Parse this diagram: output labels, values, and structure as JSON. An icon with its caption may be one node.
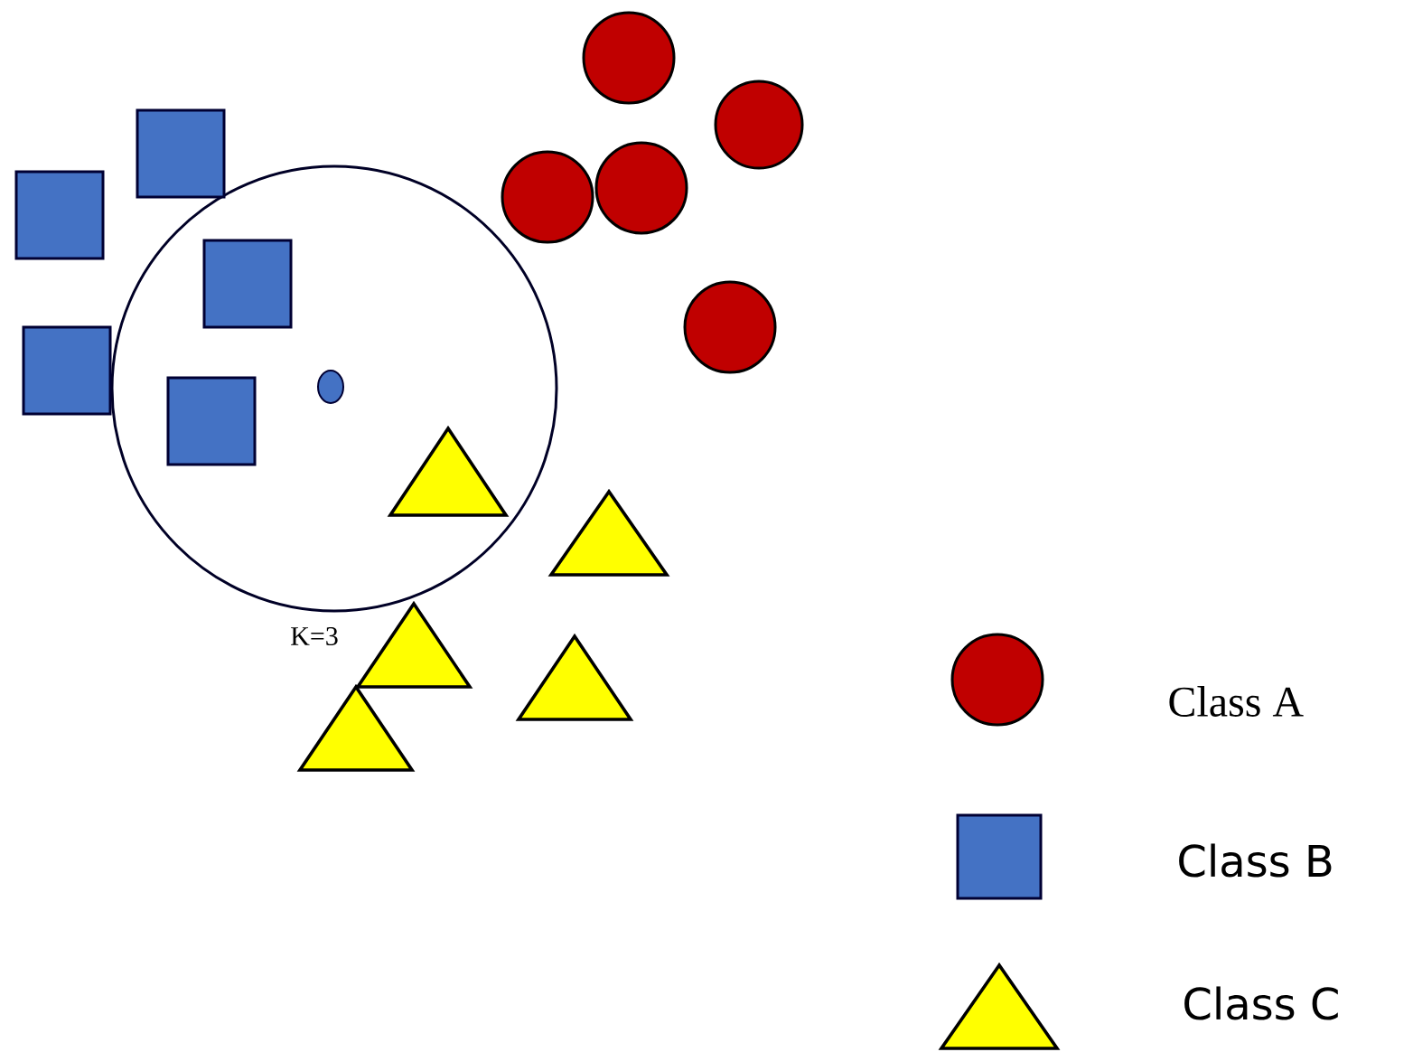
{
  "diagram": {
    "labels": [
      "K=3"
    ],
    "legend": [
      {
        "text": "Class A",
        "color": "#c00000"
      },
      {
        "text": "Class B",
        "color": "#4472c4"
      },
      {
        "text": "Class C",
        "color": "#ffff00"
      }
    ]
  }
}
